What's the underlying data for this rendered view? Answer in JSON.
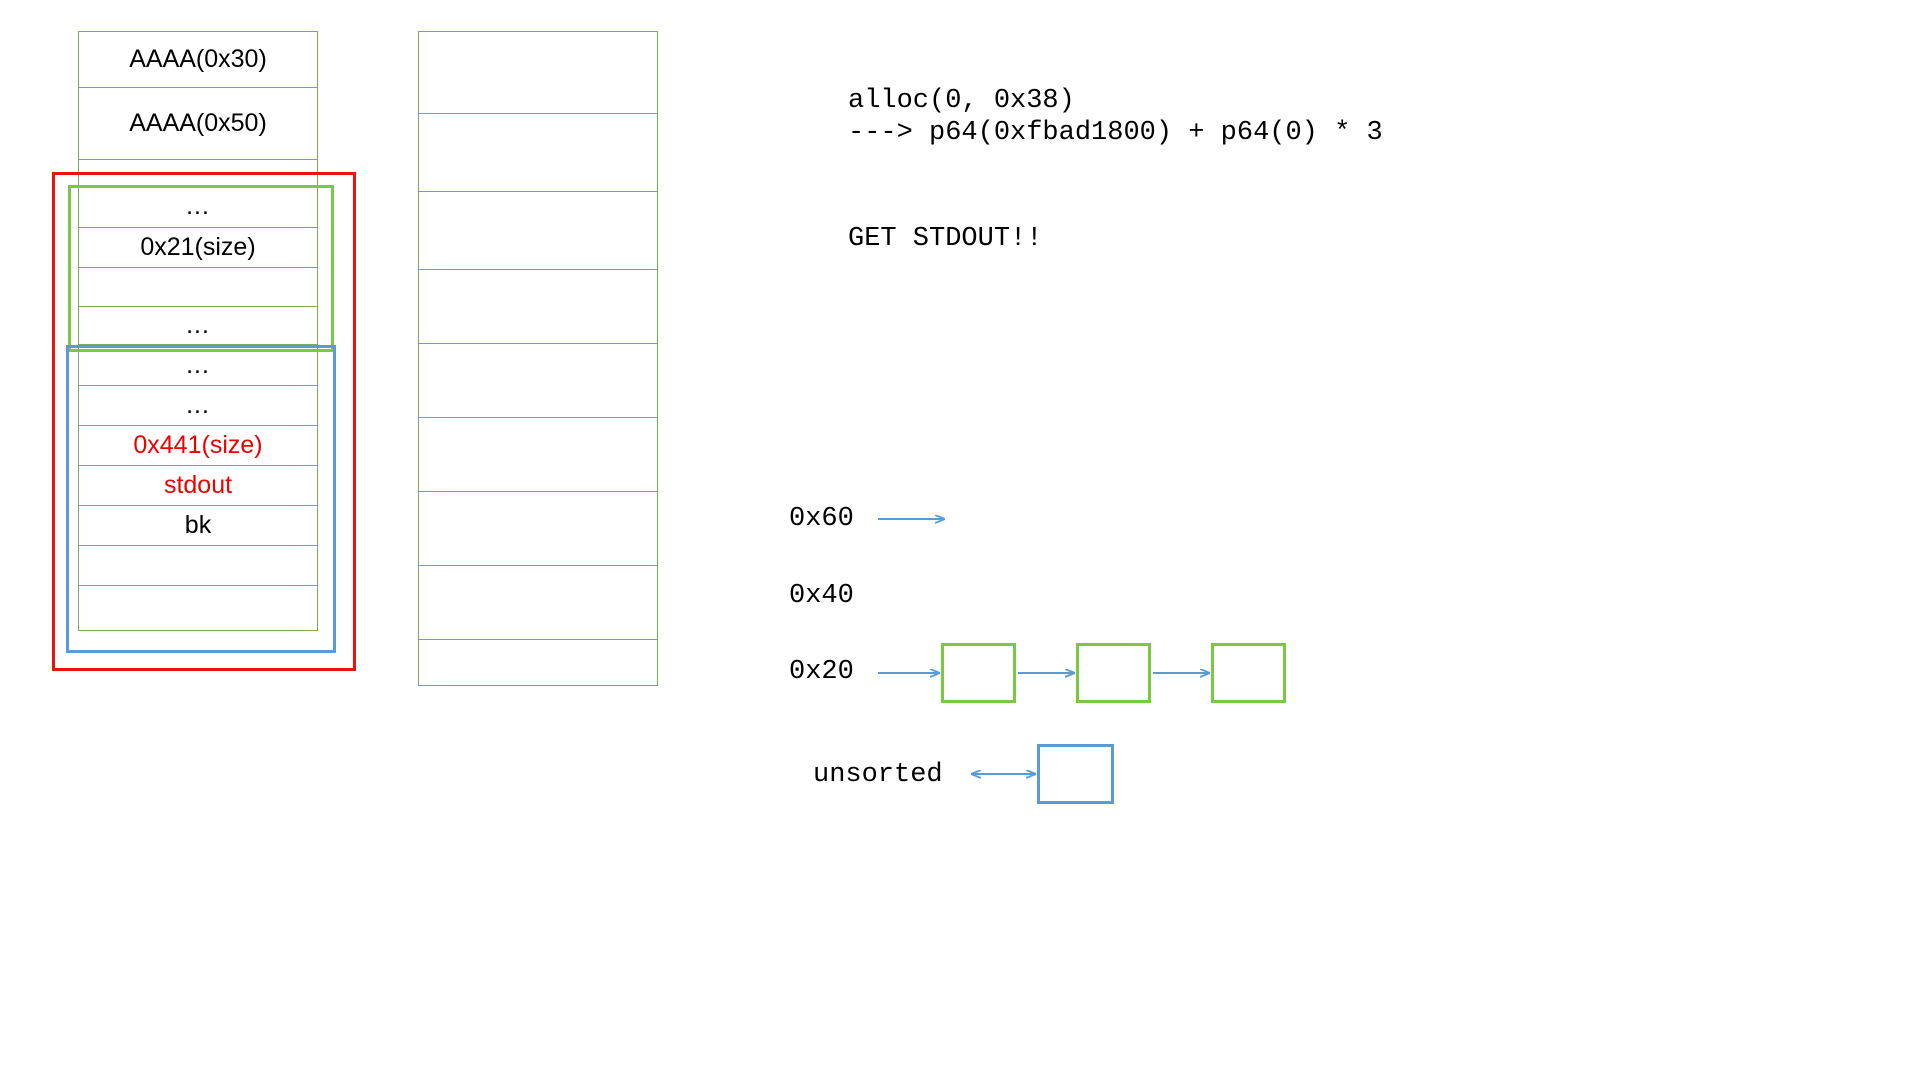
{
  "diagram": {
    "title": "heap layout after stdout leak setup",
    "colors": {
      "cell_border_green": "#7aad55",
      "highlight_red": "#ee1111",
      "highlight_green": "#7ac943",
      "highlight_blue": "#5b9bd5",
      "text_red": "#ee0000",
      "text_black": "#000000",
      "background": "#ffffff"
    }
  },
  "heap_column_left": {
    "name": "heap-chunk-column",
    "cells": [
      {
        "label": "AAAA(0x30)",
        "color": "black"
      },
      {
        "label": "AAAA(0x50)",
        "color": "black"
      },
      {
        "label": "",
        "color": "black"
      },
      {
        "label": "...",
        "color": "black"
      },
      {
        "label": "0x21(size)",
        "color": "black"
      },
      {
        "label": "",
        "color": "black"
      },
      {
        "label": "",
        "color": "black"
      },
      {
        "label": "...",
        "color": "black"
      },
      {
        "label": "...",
        "color": "black"
      },
      {
        "label": "...",
        "color": "black"
      },
      {
        "label": "0x441(size)",
        "color": "red"
      },
      {
        "label": "stdout",
        "color": "red"
      },
      {
        "label": "bk",
        "color": "black"
      },
      {
        "label": "",
        "color": "black"
      },
      {
        "label": "",
        "color": "black"
      }
    ]
  },
  "heap_column_right": {
    "name": "secondary-memory-column",
    "cells": [
      {
        "label": ""
      },
      {
        "label": ""
      },
      {
        "label": ""
      },
      {
        "label": ""
      },
      {
        "label": ""
      },
      {
        "label": ""
      },
      {
        "label": ""
      },
      {
        "label": ""
      },
      {
        "label": ""
      }
    ]
  },
  "highlights": [
    {
      "id": "red-region",
      "color": "#ee1111"
    },
    {
      "id": "green-region",
      "color": "#7ac943"
    },
    {
      "id": "blue-region",
      "color": "#5b9bd5"
    }
  ],
  "code": {
    "line1": "alloc(0, 0x38)",
    "line2": "---> p64(0xfbad1800) + p64(0) * 3",
    "note": "GET STDOUT!!"
  },
  "bins": [
    {
      "label": "0x60",
      "has_arrow": true,
      "arrow_style": "single",
      "boxes": []
    },
    {
      "label": "0x40",
      "has_arrow": false,
      "arrow_style": "none",
      "boxes": []
    },
    {
      "label": "0x20",
      "has_arrow": true,
      "arrow_style": "single",
      "boxes": [
        {
          "color": "green"
        },
        {
          "color": "green"
        },
        {
          "color": "green"
        }
      ]
    },
    {
      "label": "unsorted",
      "has_arrow": true,
      "arrow_style": "double",
      "boxes": [
        {
          "color": "blue"
        }
      ]
    }
  ]
}
